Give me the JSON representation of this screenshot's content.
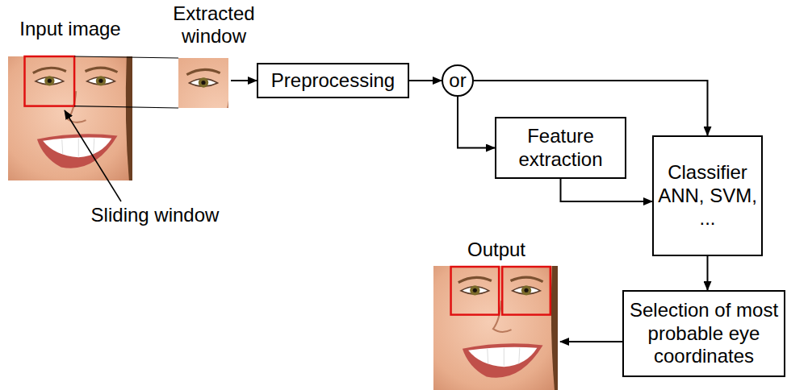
{
  "diagram": {
    "nodes": [
      {
        "text": [
          "Preprocessing"
        ]
      },
      {
        "text": [
          "or"
        ]
      },
      {
        "text": [
          "Feature extraction"
        ]
      },
      {
        "text": [
          "Classifier ANN, SVM, ..."
        ]
      },
      {
        "text": [
          "Selection of most probable eye coordinates"
        ]
      }
    ],
    "edges": [
      {
        "from": 0,
        "to": 1,
        "arrow": "to"
      },
      {
        "from": 1,
        "to": 3,
        "arrow": "to"
      },
      {
        "from": 1,
        "to": 2,
        "arrow": "to"
      },
      {
        "from": 2,
        "to": 3,
        "arrow": "to"
      },
      {
        "from": 3,
        "to": 4,
        "arrow": "to"
      }
    ],
    "labels": [
      "Input image",
      "Extracted window",
      "Sliding window",
      "Output"
    ]
  }
}
